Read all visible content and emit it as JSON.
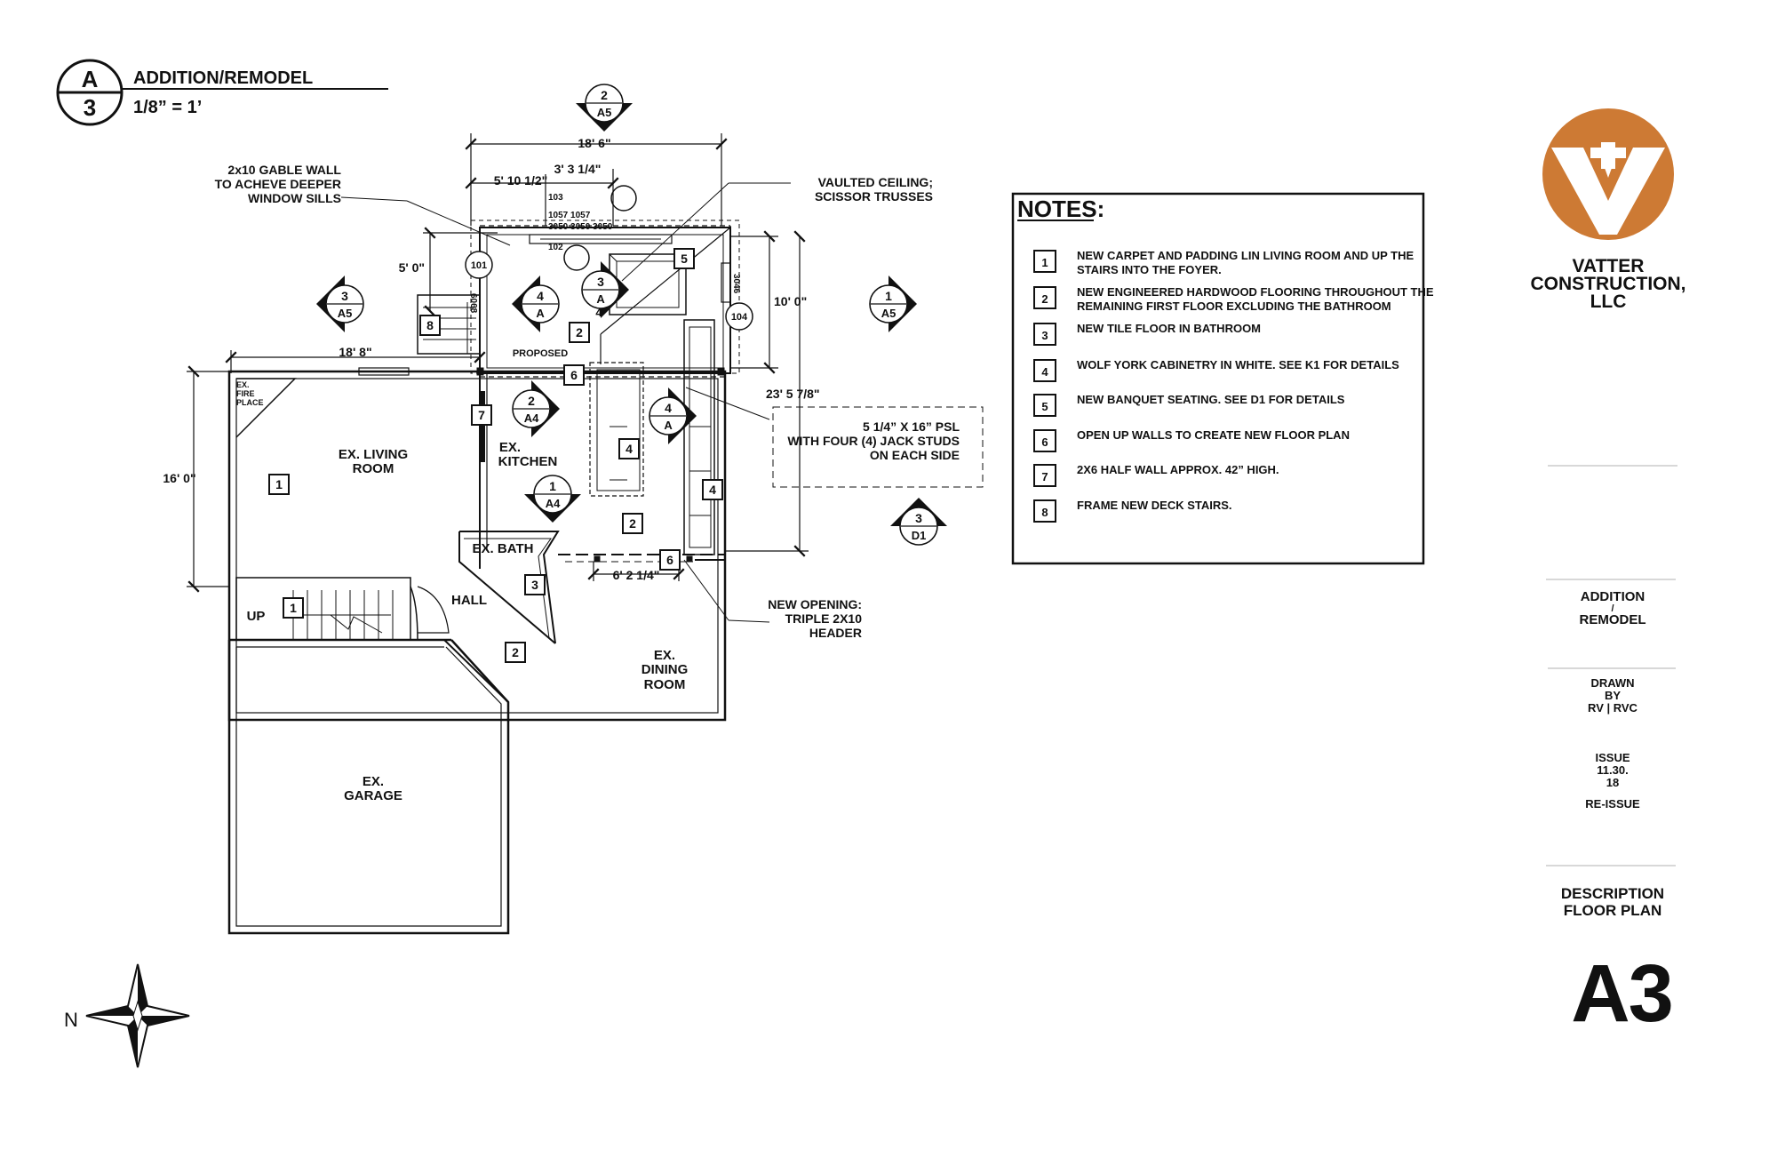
{
  "header": {
    "section": "A",
    "page": "3",
    "title": "ADDITION/REMODEL",
    "scale": "1/8” = 1’"
  },
  "colors": {
    "brand": "#cd7a34",
    "line": "#111111"
  },
  "icons": {
    "logo": "vatter-v-logo-icon",
    "compass": "north-arrow-icon"
  },
  "plan": {
    "dims": {
      "overall_width": "18' 6\"",
      "seg_a": "5' 10 1/2\"",
      "seg_b": "3' 3 1/4\"",
      "left_depth": "5' 0\"",
      "living_width": "18' 8\"",
      "right_depth": "10' 0\"",
      "living_depth": "16' 0\"",
      "span": "23' 5 7/8\"",
      "opening": "6' 2 1/4\""
    },
    "window_codes": [
      "103",
      "1057 1057",
      "3050 3050 3050",
      "102",
      "3046",
      "6068"
    ],
    "rooms": {
      "living": [
        "EX. LIVING",
        "ROOM"
      ],
      "fireplace": [
        "EX.",
        "FIRE",
        "PLACE"
      ],
      "kitchen": [
        "EX.",
        "KITCHEN"
      ],
      "bath": "EX. BATH",
      "hall": "HALL",
      "dining": [
        "EX.",
        "DINING",
        "ROOM"
      ],
      "garage": [
        "EX.",
        "GARAGE"
      ],
      "up": "UP",
      "proposed": "PROPOSED"
    },
    "callouts": {
      "gable": [
        "2x10 GABLE WALL",
        "TO ACHEVE DEEPER",
        "WINDOW SILLS"
      ],
      "vaulted": [
        "VAULTED CEILING;",
        "SCISSOR TRUSSES"
      ],
      "psl": [
        "5 1/4” X 16” PSL",
        "WITH FOUR (4) JACK STUDS",
        "ON EACH SIDE"
      ],
      "opening": [
        "NEW OPENING:",
        "TRIPLE 2X10",
        "HEADER"
      ]
    },
    "door_tags": [
      "101",
      "104"
    ],
    "section_markers": [
      {
        "num": "2",
        "sheet": "A5"
      },
      {
        "num": "3",
        "sheet": "A5"
      },
      {
        "num": "1",
        "sheet": "A5"
      },
      {
        "num": "4",
        "sheet": "A"
      },
      {
        "num": "3",
        "sheet": "A"
      },
      {
        "num": "2",
        "sheet": "A4"
      },
      {
        "num": "4",
        "sheet": "A"
      },
      {
        "num": "1",
        "sheet": "A4"
      },
      {
        "num": "3",
        "sheet": "D1"
      }
    ],
    "plan_tags": [
      "8",
      "2",
      "6",
      "5",
      "7",
      "1",
      "4",
      "4",
      "2",
      "6",
      "3",
      "1",
      "2"
    ],
    "stray_marks": [
      "4"
    ]
  },
  "notes": {
    "title": "NOTES:",
    "items": [
      {
        "num": "1",
        "lines": [
          "NEW CARPET AND PADDING LIN LIVING ROOM AND UP THE",
          "STAIRS INTO THE FOYER."
        ]
      },
      {
        "num": "2",
        "lines": [
          "NEW ENGINEERED HARDWOOD FLOORING THROUGHOUT THE",
          "REMAINING FIRST FLOOR EXCLUDING THE BATHROOM"
        ]
      },
      {
        "num": "3",
        "lines": [
          "NEW TILE FLOOR IN BATHROOM"
        ]
      },
      {
        "num": "4",
        "lines": [
          "WOLF YORK CABINETRY IN WHITE. SEE K1 FOR DETAILS"
        ]
      },
      {
        "num": "5",
        "lines": [
          "NEW BANQUET SEATING. SEE D1 FOR DETAILS"
        ]
      },
      {
        "num": "6",
        "lines": [
          "OPEN UP WALLS TO CREATE NEW FLOOR PLAN"
        ]
      },
      {
        "num": "7",
        "lines": [
          "2X6 HALF WALL APPROX. 42” HIGH."
        ]
      },
      {
        "num": "8",
        "lines": [
          "FRAME NEW DECK STAIRS."
        ]
      }
    ]
  },
  "title_block": {
    "company": [
      "VATTER CONSTRUCTION,",
      "LLC"
    ],
    "project": [
      "ADDITION",
      "/",
      "REMODEL"
    ],
    "drawn": [
      "DRAWN",
      "BY",
      "RV | RVC"
    ],
    "issue": [
      "ISSUE",
      "11.30.",
      "18"
    ],
    "reissue": "RE-ISSUE",
    "description": [
      "DESCRIPTION",
      "FLOOR PLAN"
    ],
    "sheet_number": "A3"
  },
  "compass_label": "N"
}
